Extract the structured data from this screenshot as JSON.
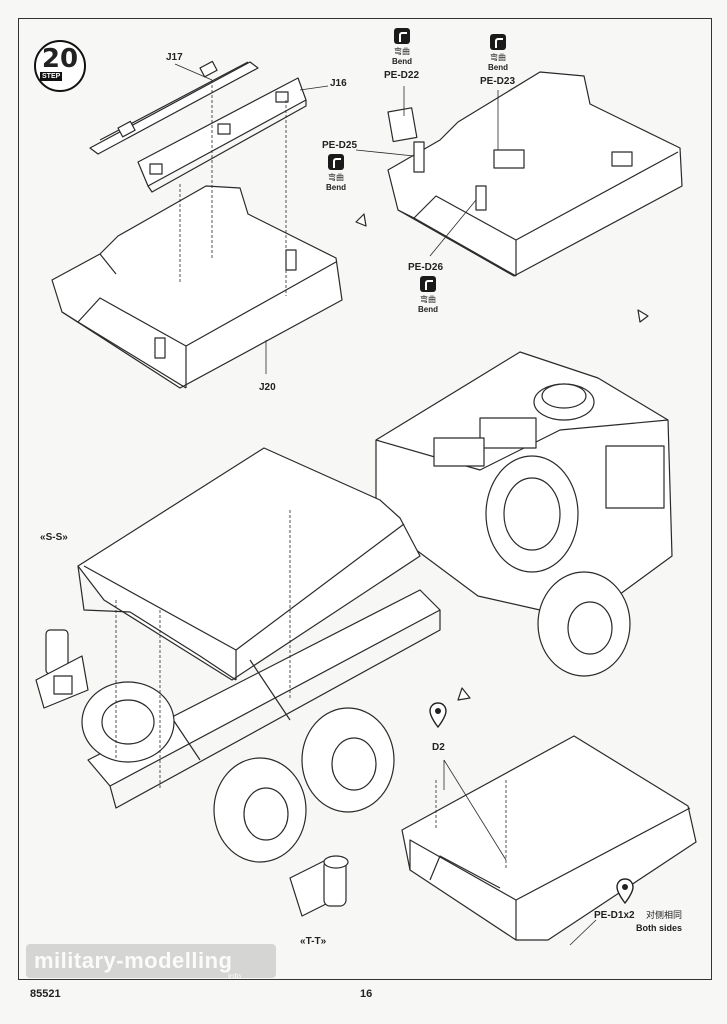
{
  "page": {
    "code": "85521",
    "number": "16"
  },
  "step": {
    "word": "STEP",
    "number": "20"
  },
  "parts": {
    "j17": "J17",
    "j16": "J16",
    "j20": "J20",
    "d2": "D2",
    "ss": "S-S",
    "tt": "T-T"
  },
  "photoetch": {
    "pe_d22": "PE-D22",
    "pe_d23": "PE-D23",
    "pe_d25": "PE-D25",
    "pe_d26": "PE-D26",
    "bend_cn": "弯曲",
    "bend_en": "Bend",
    "pe_d1x2": "PE-D1x2",
    "both_cn": "对侧相同",
    "both_en": "Both sides"
  },
  "watermark": {
    "text": "military-modelling",
    "sub": "info"
  },
  "colors": {
    "ink": "#1a1a1a",
    "paper": "#f7f7f5",
    "line": "#333333"
  }
}
